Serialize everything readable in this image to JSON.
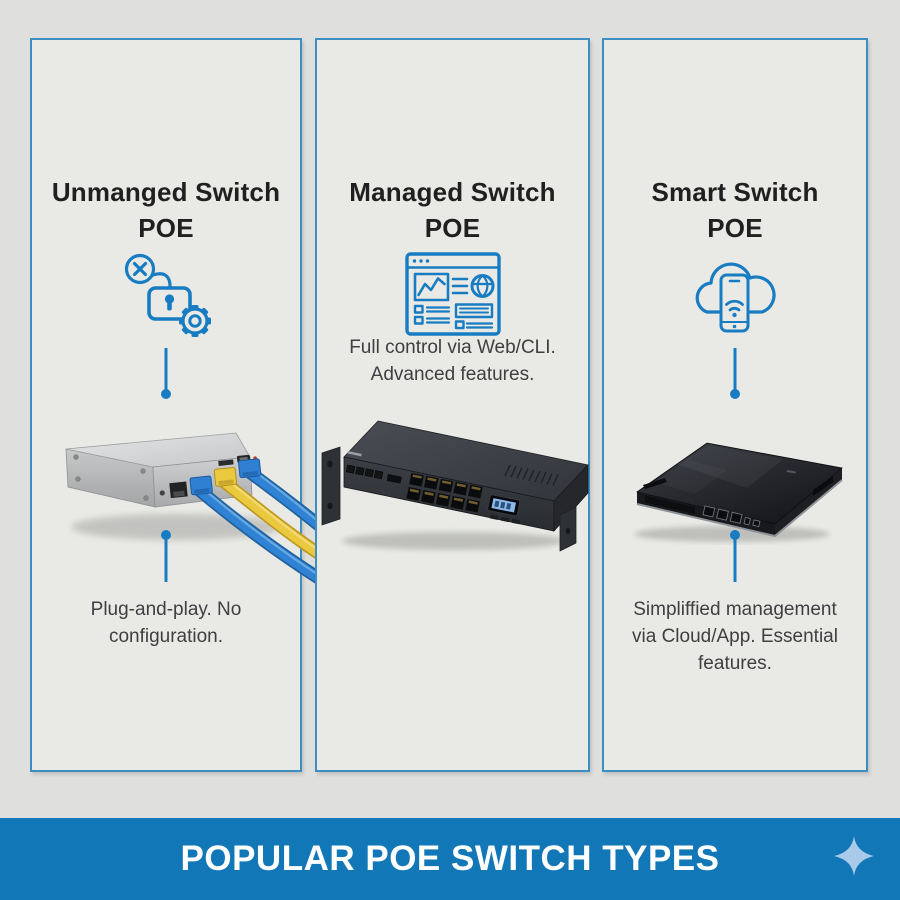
{
  "theme": {
    "page_bg": "#dfe0dd",
    "panel_bg": "#e9eae6",
    "panel_border": "#3d8ec3",
    "accent_blue": "#187cc2",
    "title_color": "#202020",
    "text_color": "#3e3f41",
    "banner_bg": "#1277b7",
    "banner_text_color": "#ffffff",
    "sparkle_color": "#a9cbe9",
    "cable_blue": "#2f82d4",
    "cable_yellow": "#eac93f"
  },
  "columns": [
    {
      "title_line1": "Unmanged Switch",
      "title_line2": "POE",
      "icon": "padlock-x-gear-icon",
      "description": "Plug-and-play. No configuration.",
      "device": "silver desktop PoE switch with blue and yellow ethernet cables"
    },
    {
      "title_line1": "Managed Switch",
      "title_line2": "POE",
      "icon": "web-dashboard-icon",
      "description": "Full control via Web/CLI. Advanced features.",
      "device": "black rack-mount 10-port PoE switch with LCD display"
    },
    {
      "title_line1": "Smart Switch",
      "title_line2": "POE",
      "icon": "cloud-smartphone-icon",
      "description": "Simpliffied management via Cloud/App. Essential features.",
      "device": "slim glossy black smart PoE switch"
    }
  ],
  "banner": {
    "title": "POPULAR POE SWITCH TYPES"
  }
}
